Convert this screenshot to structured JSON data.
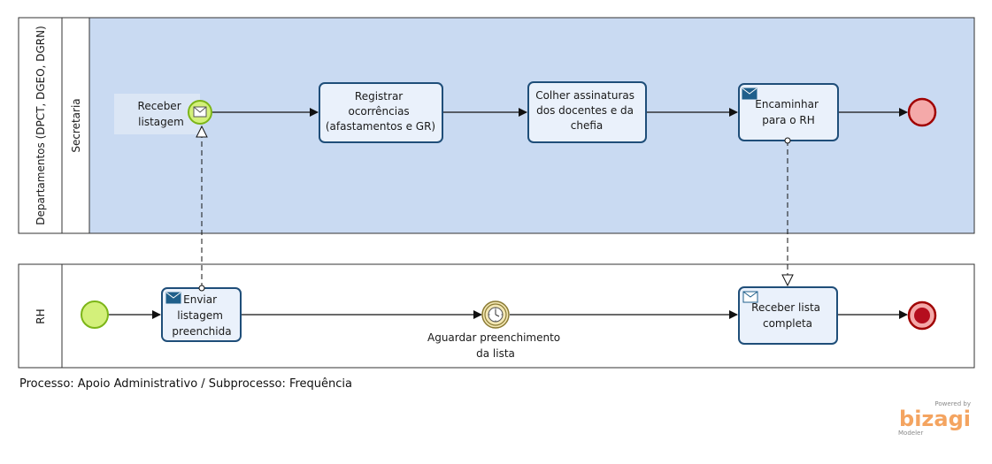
{
  "pools": [
    {
      "name": "Departamentos (DPCT, DGEO, DGRN)",
      "lane": "Secretaria"
    },
    {
      "name": "RH",
      "lane": ""
    }
  ],
  "top": {
    "start_event_label": [
      "Receber",
      "listagem"
    ],
    "tasks": [
      {
        "lines": [
          "Registrar",
          "ocorrências",
          "(afastamentos e GR)"
        ]
      },
      {
        "lines": [
          "Colher assinaturas",
          "dos docentes e da",
          "chefia"
        ]
      },
      {
        "lines": [
          "Encaminhar",
          "para o RH"
        ]
      }
    ]
  },
  "bottom": {
    "tasks": [
      {
        "lines": [
          "Enviar",
          "listagem",
          "preenchida"
        ]
      },
      {
        "lines": [
          "Receber lista",
          "completa"
        ]
      }
    ],
    "timer_label": [
      "Aguardar preenchimento",
      "da lista"
    ]
  },
  "caption": "Processo: Apoio Administrativo / Subprocesso: Frequência",
  "watermark": {
    "powered": "Powered by",
    "brand": "bizagi",
    "product": "Modeler"
  },
  "colors": {
    "lane_fill": "#c9daf2",
    "task_fill": "#eaf1fb",
    "task_stroke": "#1f4e79",
    "start_fill": "#d3f07a",
    "start_stroke": "#7cb518",
    "end_fill": "#f4a9a9",
    "end_stroke": "#a00000"
  }
}
